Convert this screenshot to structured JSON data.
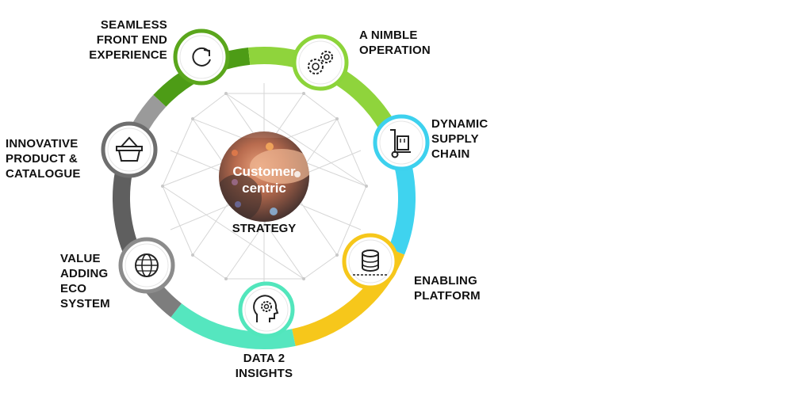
{
  "center": {
    "title_line1": "Customer",
    "title_line2": "centric",
    "subtitle": "STRATEGY"
  },
  "nodes": [
    {
      "id": "front-end",
      "lines": [
        "SEAMLESS",
        "FRONT END",
        "EXPERIENCE"
      ],
      "icon": "refresh-icon",
      "color": "#5aa61c"
    },
    {
      "id": "operation",
      "lines": [
        "A NIMBLE",
        "OPERATION"
      ],
      "icon": "gears-icon",
      "color": "#8cd43a"
    },
    {
      "id": "supply",
      "lines": [
        "DYNAMIC",
        "SUPPLY",
        "CHAIN"
      ],
      "icon": "hand-truck-icon",
      "color": "#3dd1ee"
    },
    {
      "id": "platform",
      "lines": [
        "ENABLING",
        "PLATFORM"
      ],
      "icon": "database-icon",
      "color": "#f6c71b"
    },
    {
      "id": "insights",
      "lines": [
        "DATA 2",
        "INSIGHTS"
      ],
      "icon": "head-gear-icon",
      "color": "#52e6bc"
    },
    {
      "id": "eco",
      "lines": [
        "VALUE",
        "ADDING",
        "ECO",
        "SYSTEM"
      ],
      "icon": "globe-icon",
      "color": "#8c8c8c"
    },
    {
      "id": "product",
      "lines": [
        "INNOVATIVE",
        "PRODUCT &",
        "CATALOGUE"
      ],
      "icon": "basket-icon",
      "color": "#6e6e6e"
    }
  ],
  "colors": {
    "ring_green_dark": "#4d9c16",
    "ring_green_light": "#8fd43c",
    "ring_cyan": "#3fd3ef",
    "ring_yellow": "#f6c71b",
    "ring_teal": "#55e6bf",
    "ring_grey_dark": "#5f5f5f",
    "ring_grey_mid": "#7d7d7d",
    "ring_grey_light": "#9a9a9a"
  }
}
